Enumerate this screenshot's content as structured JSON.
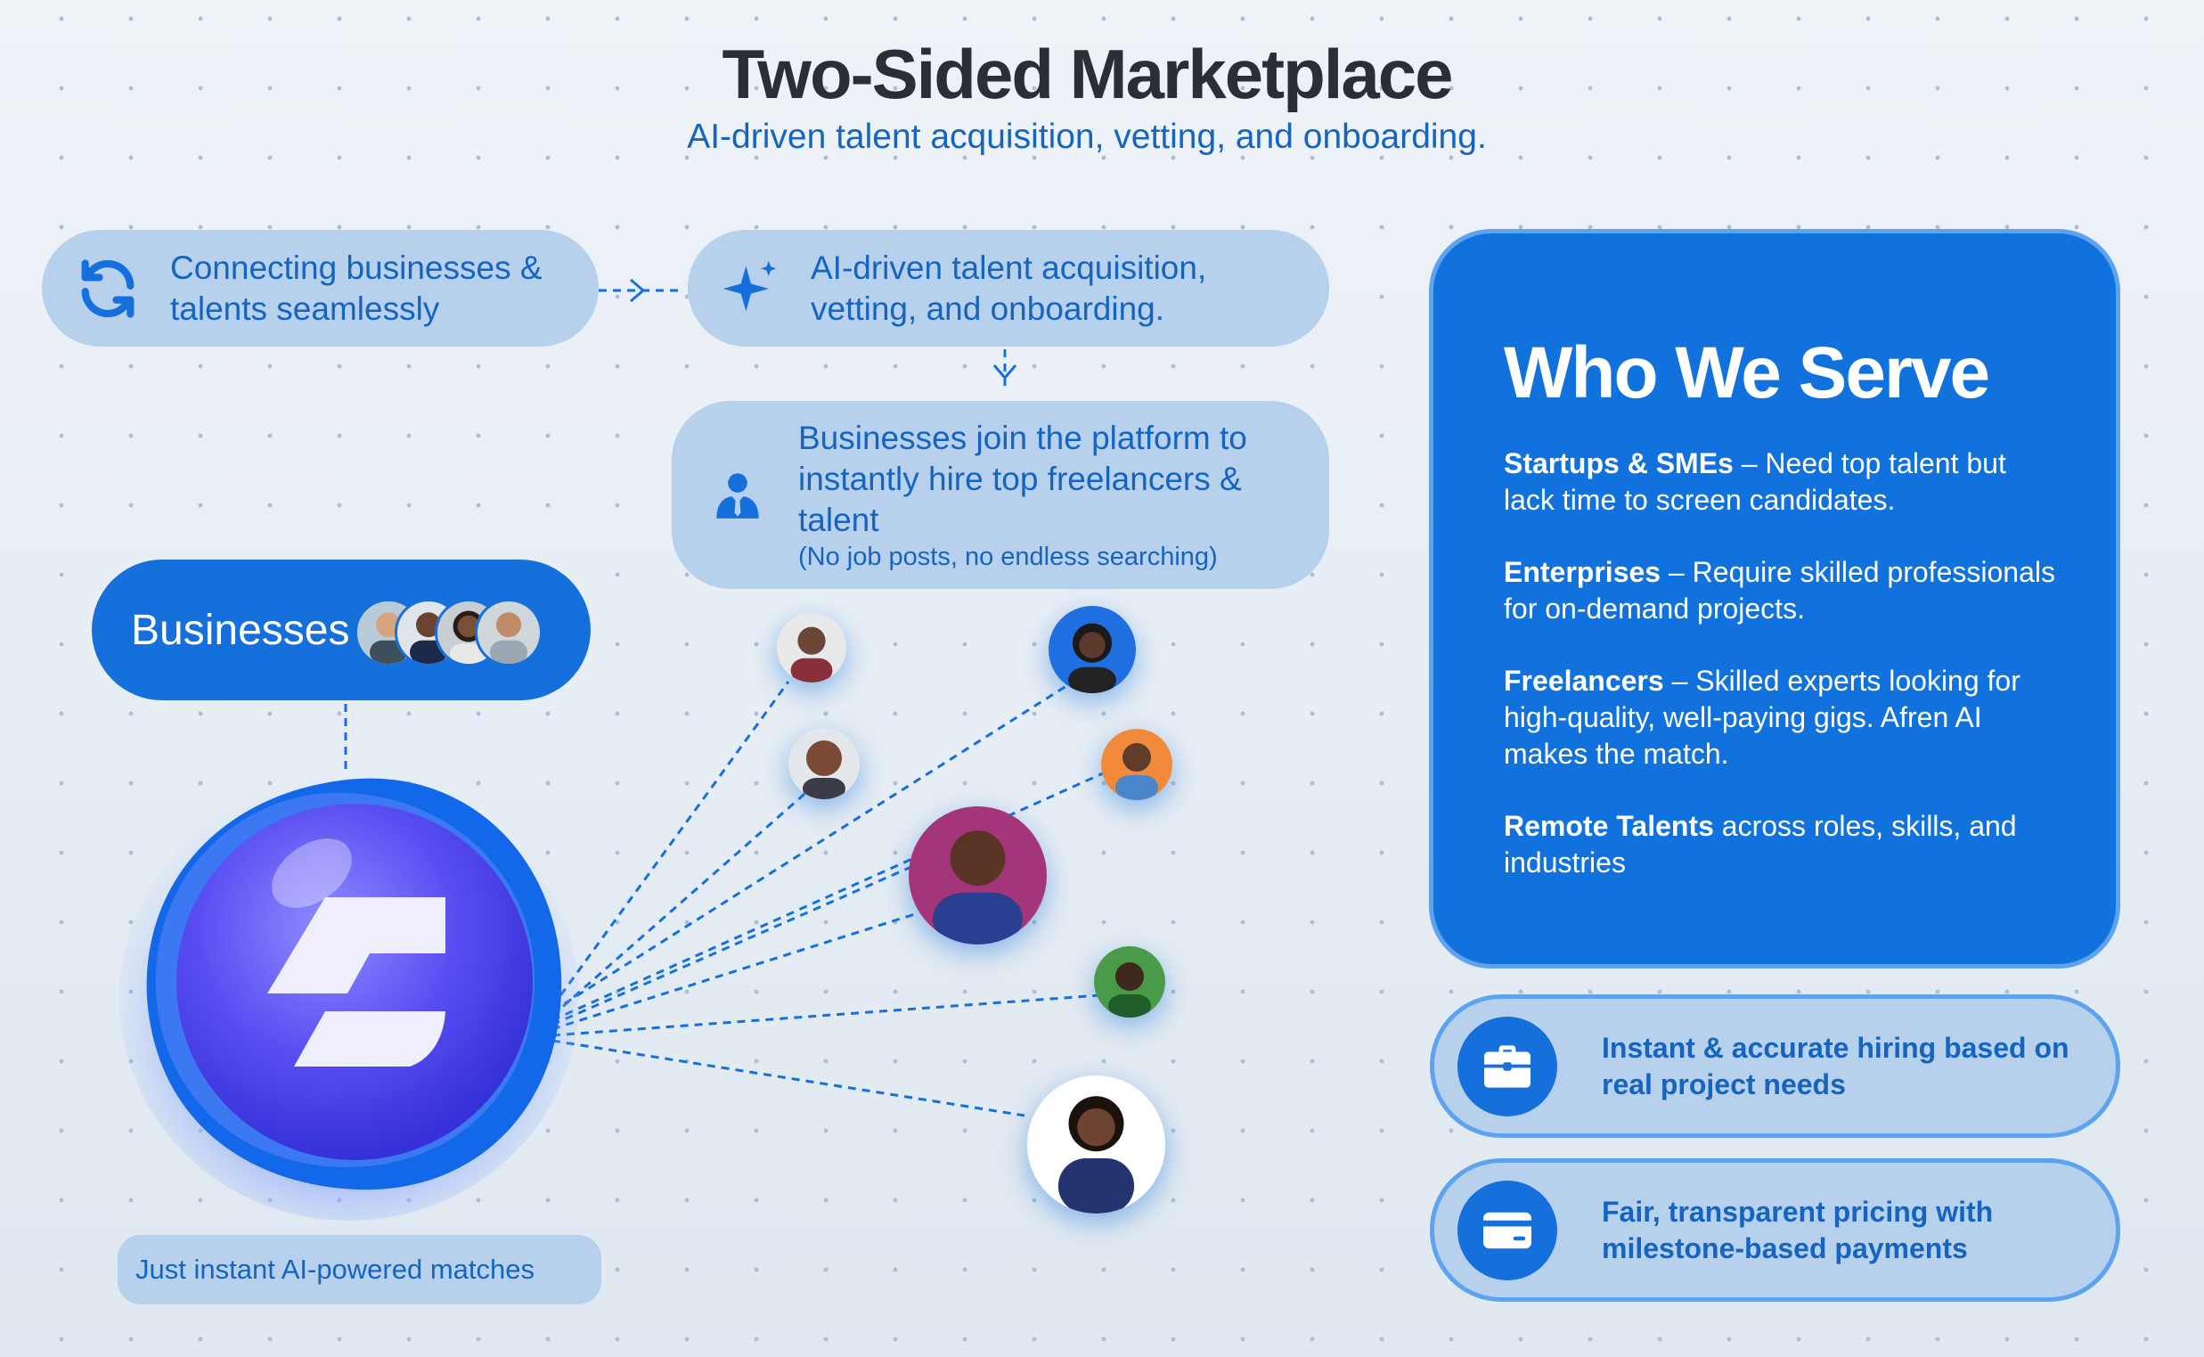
{
  "header": {
    "title": "Two-Sided Marketplace",
    "subtitle": "AI-driven talent acquisition, vetting, and onboarding."
  },
  "flow": {
    "step1": {
      "text": "Connecting businesses & talents seamlessly",
      "icon": "refresh-icon"
    },
    "step2": {
      "text": "AI-driven talent acquisition, vetting, and onboarding.",
      "icon": "sparkle-icon"
    },
    "step3": {
      "text": "Businesses join the platform to instantly hire top freelancers & talent",
      "subtext": "(No job posts, no endless searching)",
      "icon": "user-tie-icon"
    }
  },
  "businesses": {
    "label": "Businesses"
  },
  "hub": {
    "note": "Just instant AI-powered matches"
  },
  "who_we_serve": {
    "title": "Who We Serve",
    "items": [
      {
        "term": "Startups & SMEs",
        "desc": " – Need top talent but lack time to screen candidates."
      },
      {
        "term": "Enterprises",
        "desc": " – Require skilled professionals for on-demand projects."
      },
      {
        "term": "Freelancers",
        "desc": " – Skilled experts looking for high-quality, well-paying gigs. Afren AI makes the match."
      },
      {
        "term": "Remote Talents",
        "desc": " across roles, skills, and industries"
      }
    ]
  },
  "features": [
    {
      "text": "Instant & accurate hiring based on real project needs",
      "icon": "briefcase-icon"
    },
    {
      "text": "Fair, transparent pricing with milestone-based payments",
      "icon": "credit-card-icon"
    }
  ],
  "colors": {
    "brand": "#1570dc",
    "pill": "#b7d0ec",
    "text_blue": "#1565c0",
    "title": "#2b2f35"
  }
}
